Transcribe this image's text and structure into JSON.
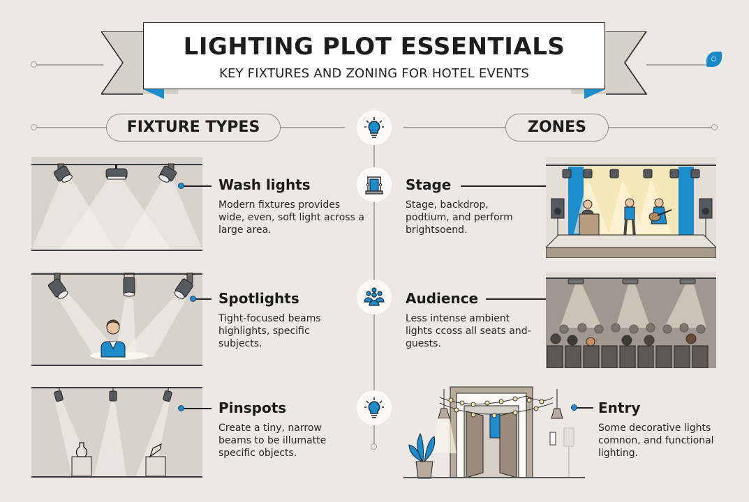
{
  "header": {
    "title": "LIGHTING PLOT ESSENTIALS",
    "subtitle": "KEY FIXTURES AND ZONING FOR HOTEL EVENTS"
  },
  "sections": {
    "left_heading": "FIXTURE TYPES",
    "right_heading": "ZONES"
  },
  "fixture_types": [
    {
      "title": "Wash lights",
      "description": "Modern fixtures provides wide, even, soft light across a large area.",
      "illustration": "three ceiling wash fixtures casting broad overlapping beams"
    },
    {
      "title": "Spotlights",
      "description": "Tight-focused beams highlights, specific subjects.",
      "illustration": "three spotlights converging on a person"
    },
    {
      "title": "Pinspots",
      "description": "Create a tiny, narrow beams to be illumatte specific objects.",
      "illustration": "narrow pinspot beams on vase and sculpture pedestals"
    }
  ],
  "zones": [
    {
      "title": "Stage",
      "description": "Stage, backdrop, podtium, and perform brightsoend.",
      "icon": "stage-icon",
      "illustration": "stage with podium speaker, singer, guitarist, speakers and lights"
    },
    {
      "title": "Audience",
      "description": "Less intense ambient lights ccoss all seats and-guests.",
      "icon": "audience-icon",
      "illustration": "seated audience under three ceiling downlights"
    },
    {
      "title": "Entry",
      "description": "Some decorative lights comnon, and functional lighting.",
      "icon": "lightbulb-icon",
      "illustration": "double door entry with string lights, pendant lamps and plant"
    }
  ],
  "colors": {
    "background": "#ece9e4",
    "accent_blue": "#1c8ccd",
    "panel": "#d8d2cb",
    "ribbon": "#d6d0c9",
    "text": "#1b1b1b"
  }
}
